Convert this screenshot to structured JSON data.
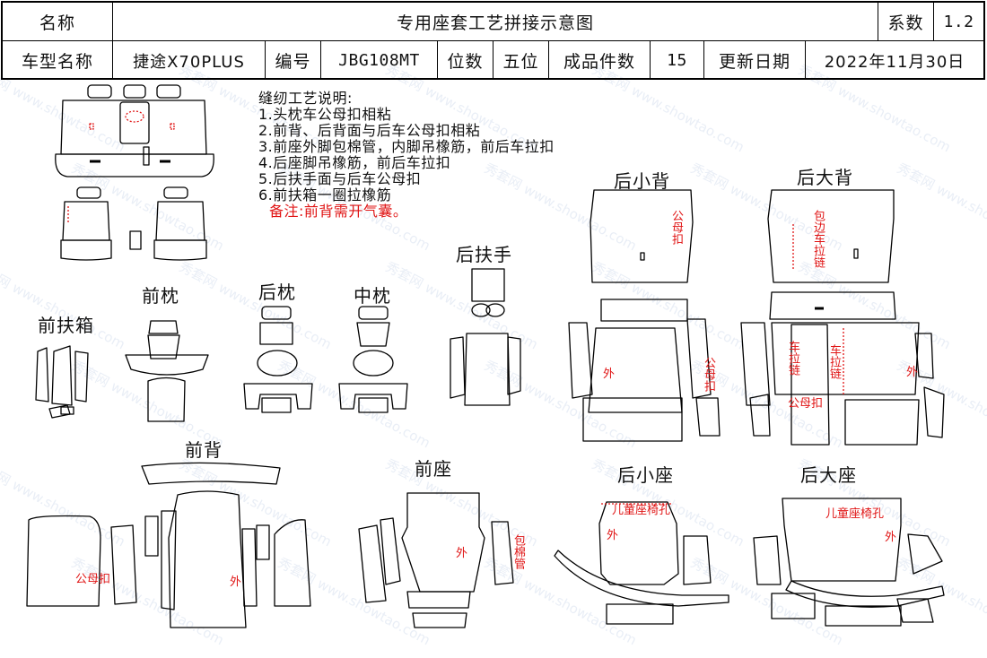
{
  "header": {
    "name_label": "名称",
    "title": "专用座套工艺拼接示意图",
    "coef_label": "系数",
    "coef_value": "1.2",
    "model_label": "车型名称",
    "model_value": "捷途X70PLUS",
    "code_label": "编号",
    "code_value": "JBG108MT",
    "seats_label": "位数",
    "seats_value": "五位",
    "pieces_label": "成品件数",
    "pieces_value": "15",
    "date_label": "更新日期",
    "date_value": "2022年11月30日"
  },
  "notes": {
    "heading": "缝纫工艺说明:",
    "items": [
      "1.头枕车公母扣相粘",
      "2.前背、后背面与后车公母扣相粘",
      "3.前座外脚包棉管，内脚吊橡筋，前后车拉扣",
      "4.后座脚吊橡筋，前后车拉扣",
      "5.后扶手面与后车公母扣",
      "6.前扶箱一圈拉橡筋"
    ],
    "remark": "备注:前背需开气囊。"
  },
  "parts": {
    "front_armbox": "前扶箱",
    "front_headrest": "前枕",
    "rear_headrest": "后枕",
    "middle_headrest": "中枕",
    "rear_armrest": "后扶手",
    "rear_small_back": "后小背",
    "rear_large_back": "后大背",
    "front_back": "前背",
    "front_seat": "前座",
    "rear_small_seat": "后小座",
    "rear_large_seat": "后大座"
  },
  "marks": {
    "snap": "公母扣",
    "outer": "外",
    "edge_zipper": "包边车拉链",
    "zipper": "车拉链",
    "cotton_tube": "包棉管",
    "child_seat_hole": "儿童座椅孔"
  },
  "watermark": {
    "cn": "秀套网",
    "url": "www.showtao.com"
  }
}
